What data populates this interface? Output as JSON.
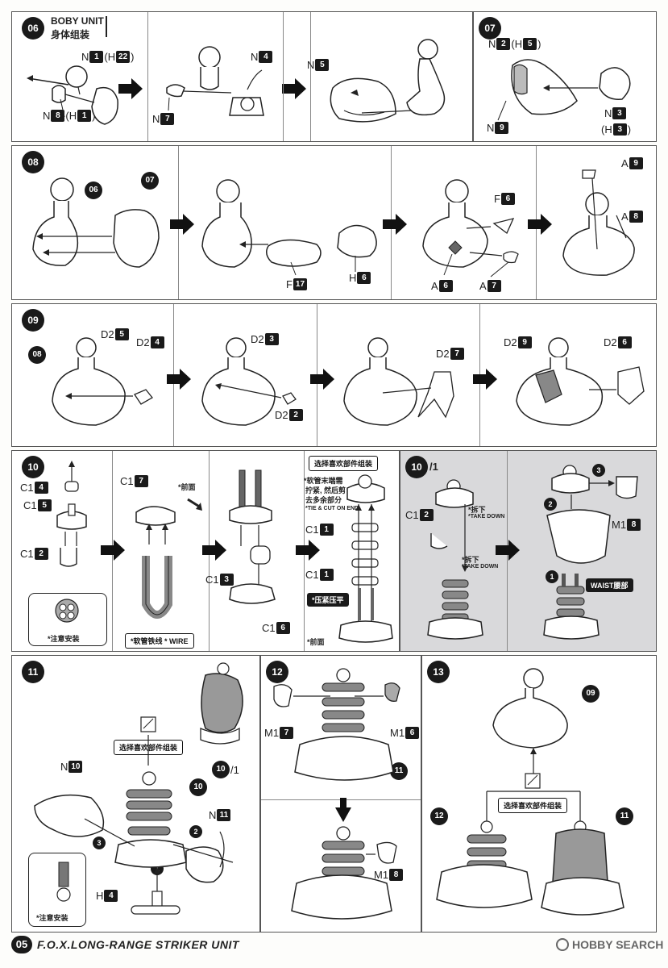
{
  "steps": {
    "s06": {
      "num": "06",
      "title_en": "BOBY UNIT",
      "title_cn": "身体组装",
      "labels": {
        "n1": "N",
        "n1b": "1",
        "n1h": "(H",
        "n1hb": "22",
        "n1e": ")",
        "n8": "N",
        "n8b": "8",
        "n8h": "(H",
        "n8hb": "1",
        "n8e": ")",
        "n7": "N",
        "n7b": "7",
        "n4": "N",
        "n4b": "4",
        "n5": "N",
        "n5b": "5"
      }
    },
    "s07": {
      "num": "07",
      "labels": {
        "n2": "N",
        "n2b": "2",
        "n2h": "(H",
        "n2hb": "5",
        "n2e": ")",
        "n3": "N",
        "n3b": "3",
        "h3o": "(H",
        "h3b": "3",
        "h3e": ")",
        "n9": "N",
        "n9b": "9"
      }
    },
    "s08": {
      "num": "08",
      "ref06": "06",
      "ref07": "07",
      "labels": {
        "f17": "F",
        "f17b": "17",
        "h6": "H",
        "h6b": "6",
        "f6": "F",
        "f6b": "6",
        "a6": "A",
        "a6b": "6",
        "a7": "A",
        "a7b": "7",
        "a9": "A",
        "a9b": "9",
        "a8": "A",
        "a8b": "8"
      }
    },
    "s09": {
      "num": "09",
      "ref08": "08",
      "labels": {
        "d25": "D2",
        "d25b": "5",
        "d24": "D2",
        "d24b": "4",
        "d23": "D2",
        "d23b": "3",
        "d22": "D2",
        "d22b": "2",
        "d27": "D2",
        "d27b": "7",
        "d29": "D2",
        "d29b": "9",
        "d26": "D2",
        "d26b": "6"
      }
    },
    "s10": {
      "num": "10",
      "labels": {
        "c14": "C1",
        "c14b": "4",
        "c15": "C1",
        "c15b": "5",
        "c12": "C1",
        "c12b": "2",
        "c17": "C1",
        "c17b": "7",
        "c13": "C1",
        "c13b": "3",
        "c16": "C1",
        "c16b": "6",
        "c11a": "C1",
        "c11ab": "1",
        "c11b": "C1",
        "c11bb": "1"
      },
      "note_install": "*注意安装",
      "front1": "*前面",
      "front2": "*前面",
      "wire_tag": "*软管铁线 * WIRE",
      "choose_tag": "选择喜欢部件组装",
      "tie_cn1": "*软管末端需",
      "tie_cn2": "拧紧, 然后剪",
      "tie_cn3": "去多余部分",
      "tie_en": "*TIE & CUT ON END",
      "press_tag": "*压紧压平"
    },
    "s10_1": {
      "num": "10",
      "suffix": "/1",
      "labels": {
        "c12": "C1",
        "c12b": "2",
        "m18": "M1",
        "m18b": "8"
      },
      "take1_cn": "*拆下",
      "take1_en": "*TAKE DOWN",
      "take2_cn": "*拆下",
      "take2_en": "*TAKE DOWN",
      "waist_tag": "WAIST腰部",
      "c1": "1",
      "c2": "2",
      "c3": "3"
    },
    "s11": {
      "num": "11",
      "ref10": "10",
      "ref10_1": "10",
      "ref10_1s": "/1",
      "choose_tag": "选择喜欢部件组装",
      "labels": {
        "n10": "N",
        "n10b": "10",
        "n11": "N",
        "n11b": "11",
        "h4": "H",
        "h4b": "4"
      },
      "note_install": "*注意安装",
      "c1": "1",
      "c2": "2",
      "c3": "3"
    },
    "s12": {
      "num": "12",
      "ref11a": "11",
      "labels": {
        "m17": "M1",
        "m17b": "7",
        "m16": "M1",
        "m16b": "6",
        "m18": "M1",
        "m18b": "8"
      }
    },
    "s13": {
      "num": "13",
      "ref09": "09",
      "ref12": "12",
      "ref11": "11",
      "choose_tag": "选择喜欢部件组装"
    }
  },
  "footer": {
    "page": "05",
    "title": "F.O.X.LONG-RANGE STRIKER UNIT"
  },
  "watermark": {
    "text": "HOBBY SEARCH"
  }
}
